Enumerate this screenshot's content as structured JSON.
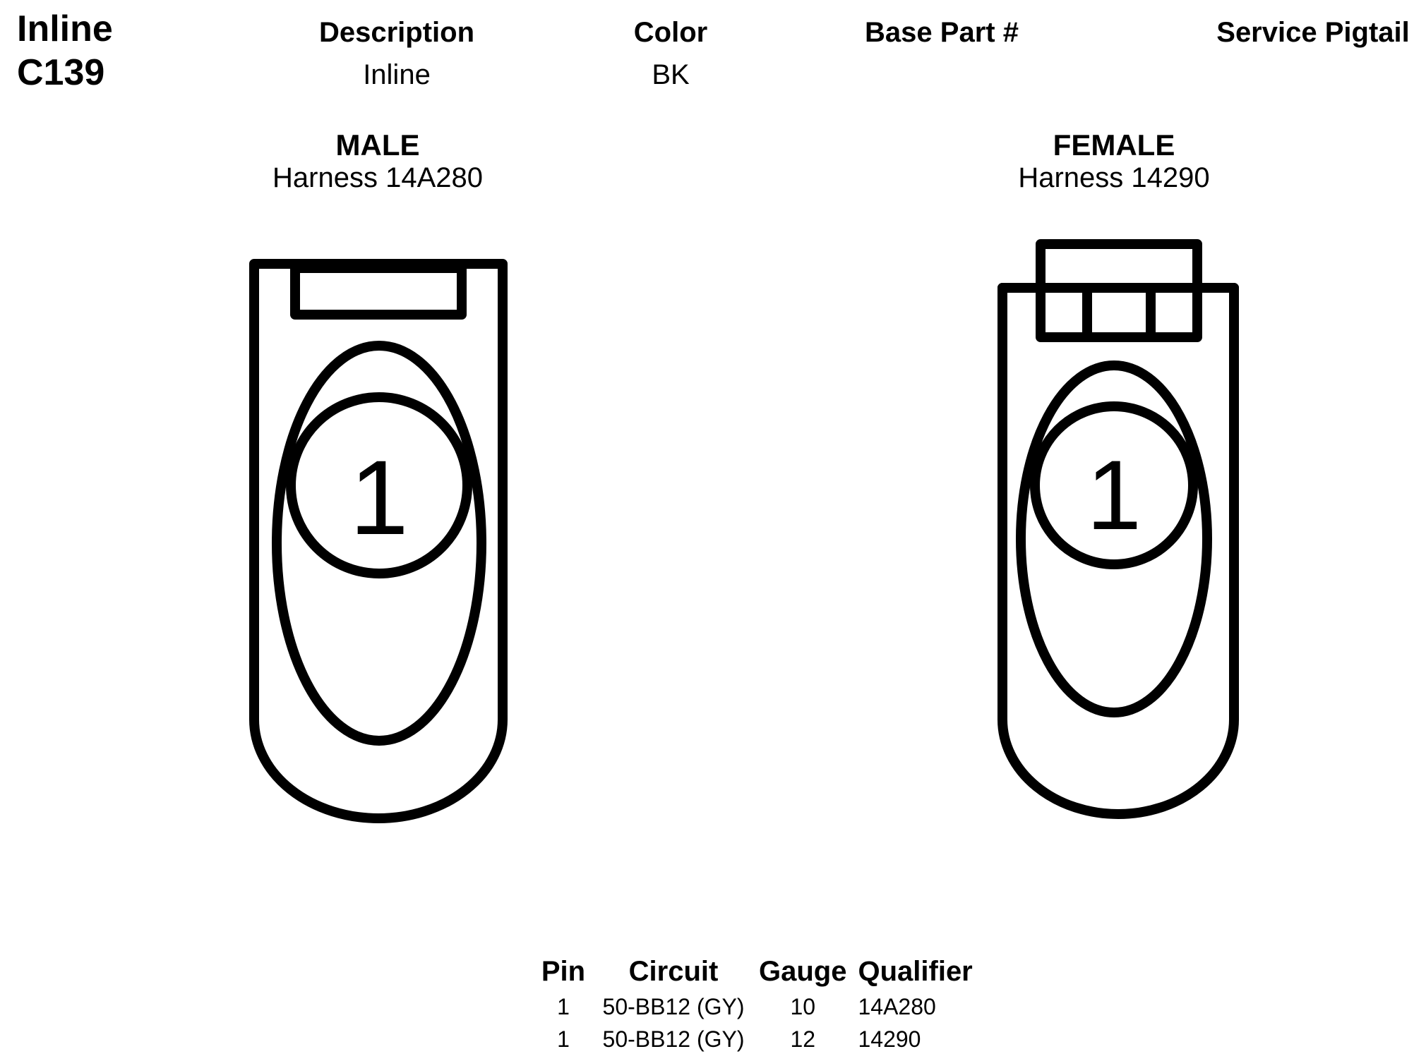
{
  "connector": {
    "type": "Inline",
    "id": "C139"
  },
  "header": {
    "description_label": "Description",
    "description_value": "Inline",
    "color_label": "Color",
    "color_value": "BK",
    "base_part_label": "Base Part #",
    "base_part_value": "",
    "service_pigtail_label": "Service Pigtail",
    "service_pigtail_value": ""
  },
  "male": {
    "title": "MALE",
    "harness": "Harness 14A280",
    "pin_label": "1"
  },
  "female": {
    "title": "FEMALE",
    "harness": "Harness 14290",
    "pin_label": "1"
  },
  "pin_table": {
    "headers": [
      "Pin",
      "Circuit",
      "Gauge",
      "Qualifier"
    ],
    "rows": [
      {
        "pin": "1",
        "circuit": "50-BB12 (GY)",
        "gauge": "10",
        "qualifier": "14A280"
      },
      {
        "pin": "1",
        "circuit": "50-BB12 (GY)",
        "gauge": "12",
        "qualifier": "14290"
      }
    ]
  }
}
